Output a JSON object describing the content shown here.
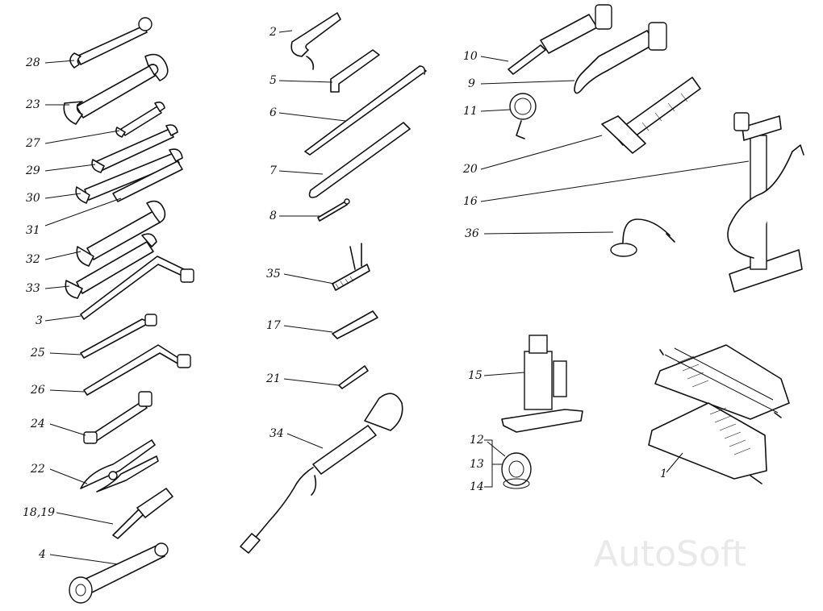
{
  "title": "",
  "watermark": "AutoSoft",
  "callouts": {
    "c1": "1",
    "c2": "2",
    "c3": "3",
    "c4": "4",
    "c5": "5",
    "c6": "6",
    "c7": "7",
    "c8": "8",
    "c9": "9",
    "c10": "10",
    "c11": "11",
    "c12": "12",
    "c13": "13",
    "c14": "14",
    "c15": "15",
    "c16": "16",
    "c17": "17",
    "c1819": "18,19",
    "c20": "20",
    "c21": "21",
    "c22": "22",
    "c23": "23",
    "c24": "24",
    "c25": "25",
    "c26": "26",
    "c27": "27",
    "c28": "28",
    "c29": "29",
    "c30": "30",
    "c31": "31",
    "c32": "32",
    "c33": "33",
    "c34": "34",
    "c35": "35",
    "c36": "36"
  }
}
